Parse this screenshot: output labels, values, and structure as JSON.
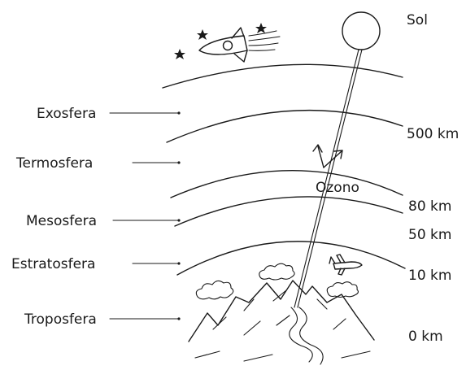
{
  "layers": {
    "exosfera": "Exosfera",
    "termosfera": "Termosfera",
    "mesosfera": "Mesosfera",
    "estratosfera": "Estratosfera",
    "troposfera": "Troposfera"
  },
  "altitudes": {
    "a500": "500 km",
    "a80": "80 km",
    "a50": "50 km",
    "a10": "10 km",
    "a0": "0 km"
  },
  "sun_label": "Sol",
  "ozone_label": "Ozono",
  "colors": {
    "ink": "#1a1a1a",
    "background": "#ffffff"
  }
}
